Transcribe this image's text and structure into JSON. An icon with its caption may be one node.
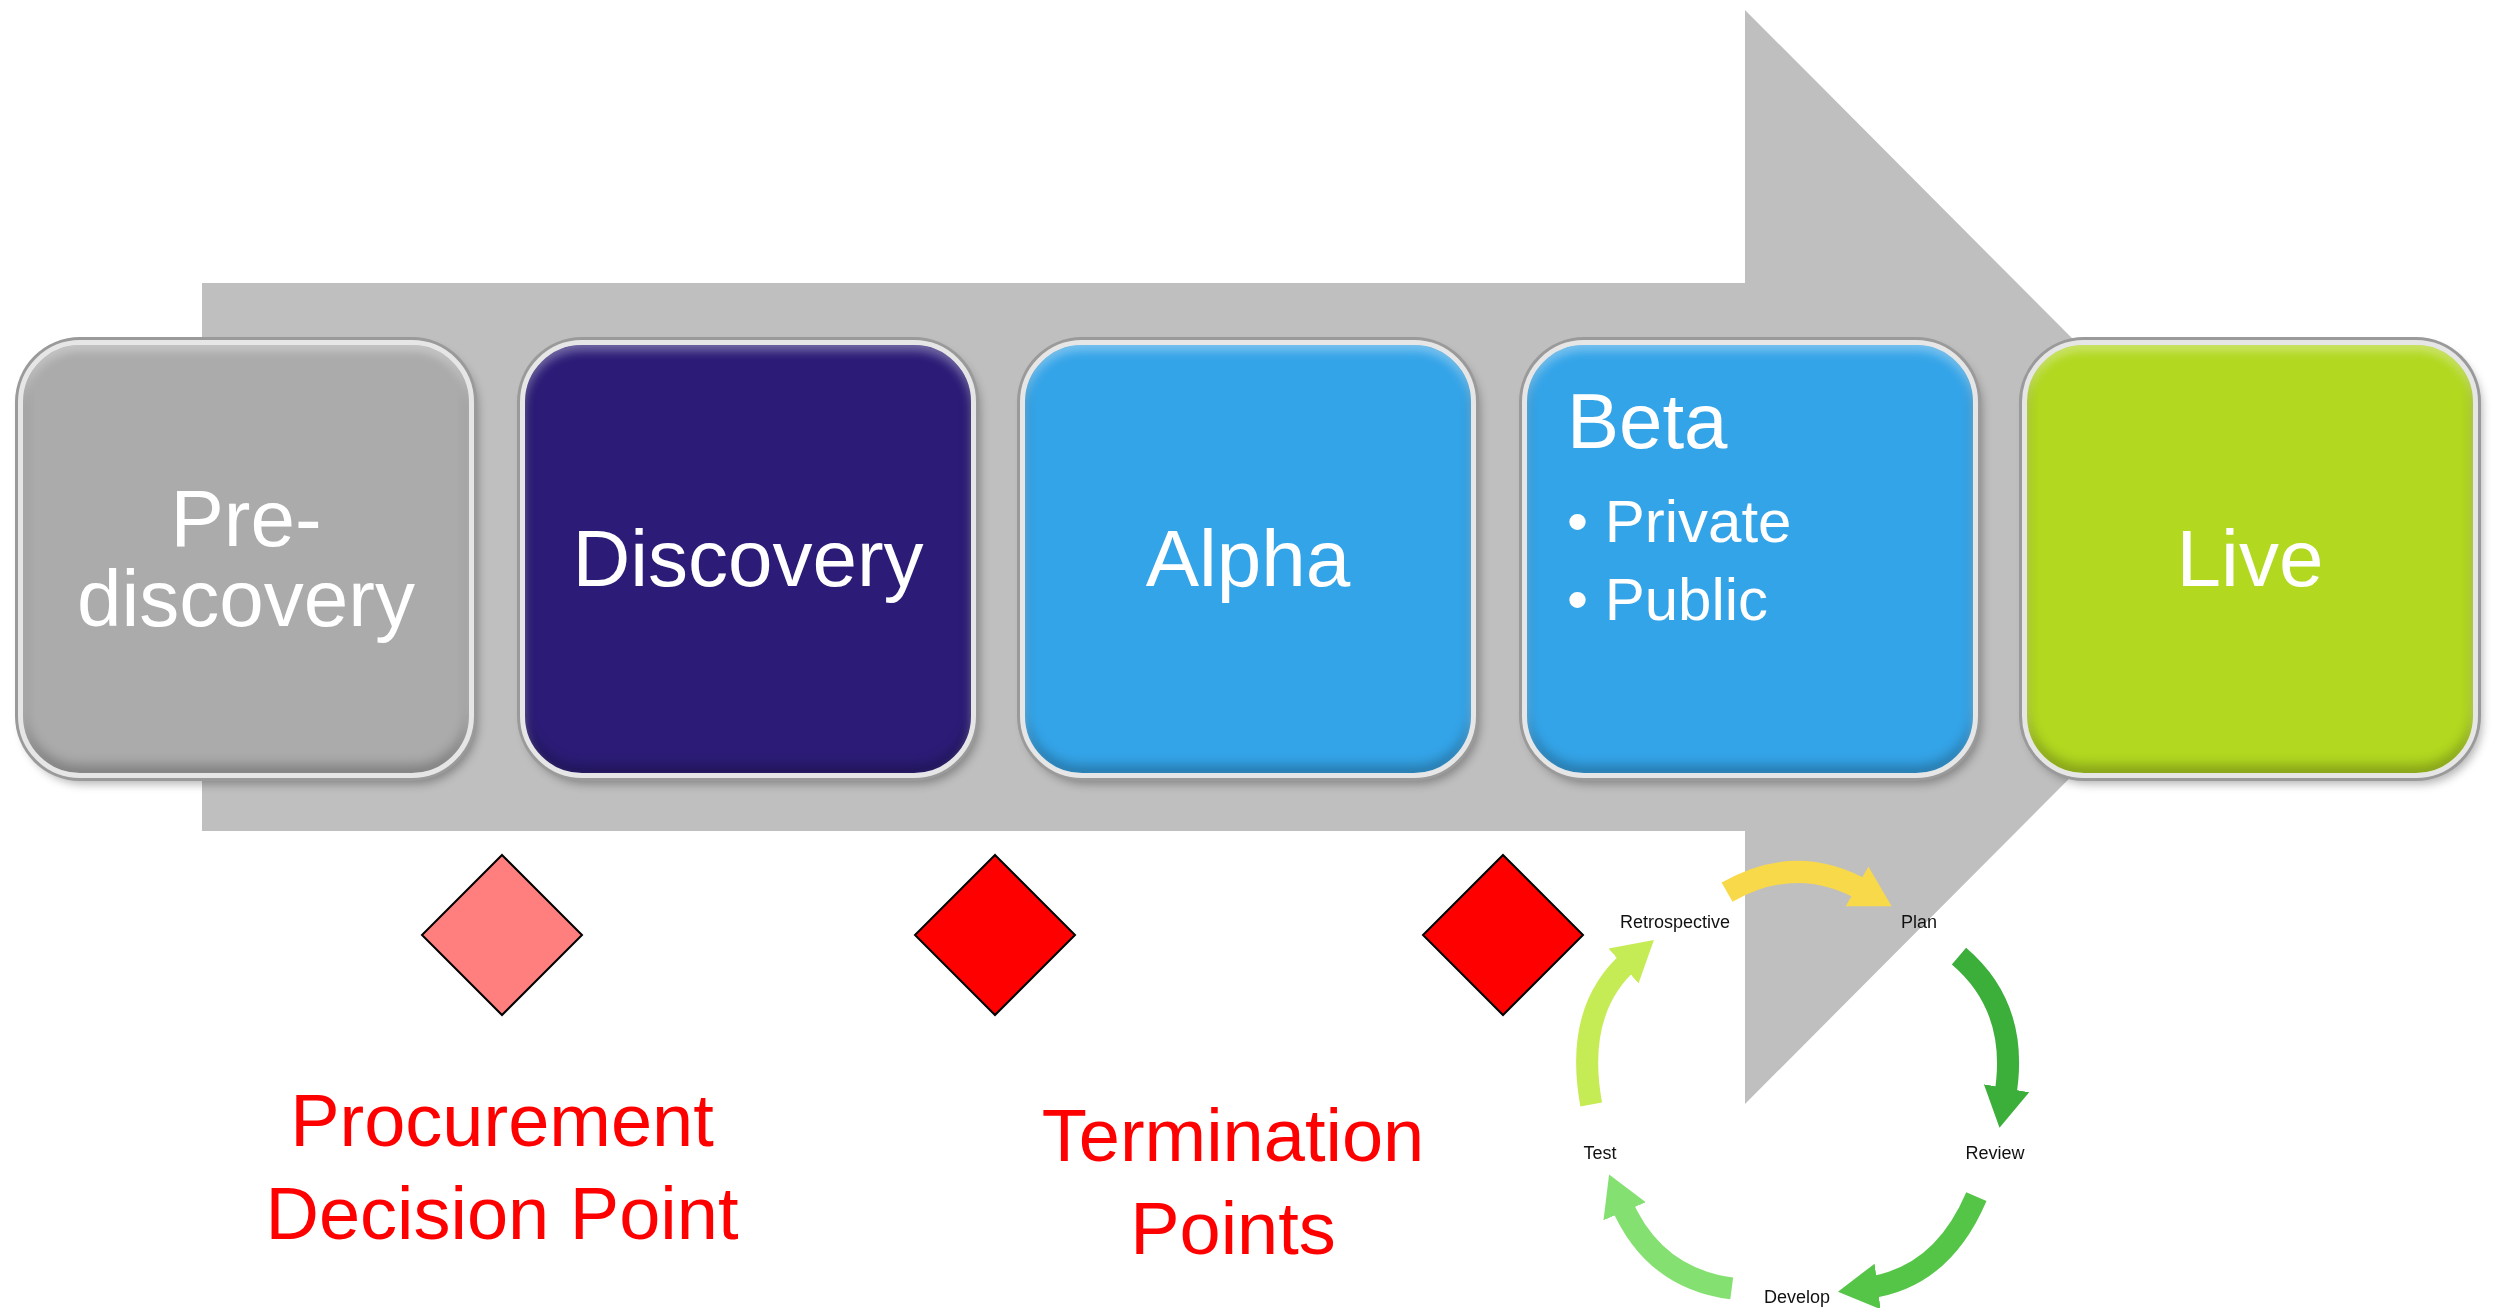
{
  "diagram": {
    "nodes": [
      {
        "text": [
          "Pre-discovery"
        ]
      },
      {
        "text": [
          "Discovery"
        ]
      },
      {
        "text": [
          "Alpha"
        ]
      },
      {
        "text": [
          "Beta",
          "• Private",
          "• Public"
        ]
      },
      {
        "text": [
          "Live"
        ]
      },
      {
        "text": [],
        "shape": "diamond"
      },
      {
        "text": [],
        "shape": "diamond"
      },
      {
        "text": [],
        "shape": "diamond"
      },
      {
        "text": [
          "Retrospective"
        ]
      },
      {
        "text": [
          "Plan"
        ]
      },
      {
        "text": [
          "Review"
        ]
      },
      {
        "text": [
          "Develop"
        ]
      },
      {
        "text": [
          "Test"
        ]
      }
    ],
    "edges": [
      {
        "from": 0,
        "to": 4,
        "arrow": "to",
        "style": "thick",
        "color": "#bfbfbf"
      },
      {
        "from": 8,
        "to": 9,
        "arrow": "to",
        "color": "#f7d94a"
      },
      {
        "from": 9,
        "to": 10,
        "arrow": "to",
        "color": "#3cae3a"
      },
      {
        "from": 10,
        "to": 11,
        "arrow": "to",
        "color": "#55c548"
      },
      {
        "from": 11,
        "to": 12,
        "arrow": "to",
        "color": "#84e070"
      },
      {
        "from": 12,
        "to": 8,
        "arrow": "to",
        "color": "#c6ec55"
      }
    ],
    "labels": [
      "Procurement Decision Point",
      "Termination Points"
    ]
  }
}
